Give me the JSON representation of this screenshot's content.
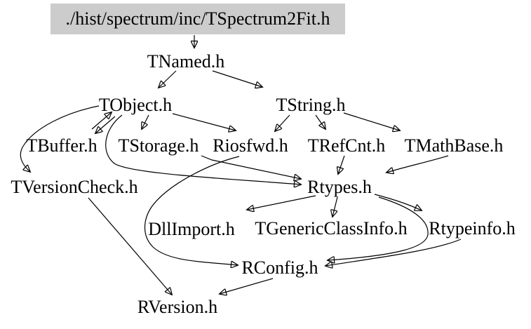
{
  "diagram": {
    "type": "include-dependency-graph",
    "background_color": "#ffffff",
    "root_node_fill": "#cccccc",
    "edge_color": "#000000",
    "text_color": "#000000",
    "nodes": [
      {
        "id": "spectrum2fit",
        "label": "./hist/spectrum/inc/TSpectrum2Fit.h",
        "root": true
      },
      {
        "id": "tnamed",
        "label": "TNamed.h"
      },
      {
        "id": "tobject",
        "label": "TObject.h"
      },
      {
        "id": "tstring",
        "label": "TString.h"
      },
      {
        "id": "tbuffer",
        "label": "TBuffer.h"
      },
      {
        "id": "tstorage",
        "label": "TStorage.h"
      },
      {
        "id": "riosfwd",
        "label": "Riosfwd.h"
      },
      {
        "id": "trefcnt",
        "label": "TRefCnt.h"
      },
      {
        "id": "tmathbase",
        "label": "TMathBase.h"
      },
      {
        "id": "tversioncheck",
        "label": "TVersionCheck.h"
      },
      {
        "id": "rtypes",
        "label": "Rtypes.h"
      },
      {
        "id": "dllimport",
        "label": "DllImport.h"
      },
      {
        "id": "tgenericclassinfo",
        "label": "TGenericClassInfo.h"
      },
      {
        "id": "rtypeinfo",
        "label": "Rtypeinfo.h"
      },
      {
        "id": "rconfig",
        "label": "RConfig.h"
      },
      {
        "id": "rversion",
        "label": "RVersion.h"
      }
    ],
    "edges": [
      {
        "from": "spectrum2fit",
        "to": "tnamed"
      },
      {
        "from": "tnamed",
        "to": "tobject"
      },
      {
        "from": "tnamed",
        "to": "tstring"
      },
      {
        "from": "tobject",
        "to": "tbuffer"
      },
      {
        "from": "tbuffer",
        "to": "tobject"
      },
      {
        "from": "tobject",
        "to": "tstorage"
      },
      {
        "from": "tobject",
        "to": "riosfwd"
      },
      {
        "from": "tobject",
        "to": "rtypes"
      },
      {
        "from": "tobject",
        "to": "tversioncheck"
      },
      {
        "from": "tstring",
        "to": "riosfwd"
      },
      {
        "from": "tstring",
        "to": "trefcnt"
      },
      {
        "from": "tstring",
        "to": "tmathbase"
      },
      {
        "from": "tstorage",
        "to": "rtypes"
      },
      {
        "from": "trefcnt",
        "to": "rtypes"
      },
      {
        "from": "tmathbase",
        "to": "rtypes"
      },
      {
        "from": "riosfwd",
        "to": "rconfig"
      },
      {
        "from": "rtypes",
        "to": "dllimport"
      },
      {
        "from": "rtypes",
        "to": "tgenericclassinfo"
      },
      {
        "from": "rtypes",
        "to": "rtypeinfo"
      },
      {
        "from": "rtypes",
        "to": "rconfig"
      },
      {
        "from": "rtypeinfo",
        "to": "rconfig"
      },
      {
        "from": "rconfig",
        "to": "rversion"
      },
      {
        "from": "tversioncheck",
        "to": "rversion"
      }
    ]
  }
}
